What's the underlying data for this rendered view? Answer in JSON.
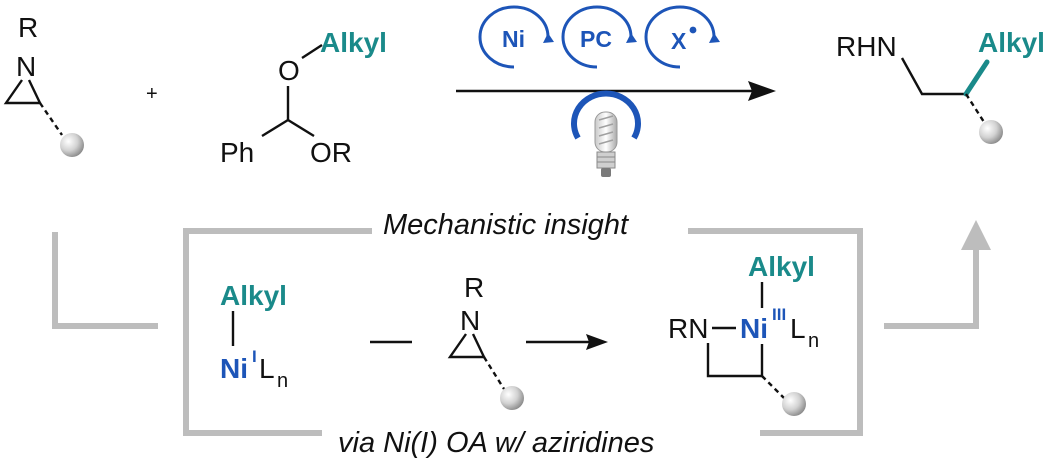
{
  "colors": {
    "teal": "#1a8a8a",
    "blue": "#1d55b8",
    "grey_frame": "#bdbdbd",
    "text": "#111111"
  },
  "reaction": {
    "aziridine": {
      "r": "R",
      "n": "N"
    },
    "plus": "+",
    "acetal": {
      "alkyl": "Alkyl",
      "o_top": "O",
      "o_right": "OR",
      "ph": "Ph"
    },
    "catalysts": [
      "Ni",
      "PC",
      "X"
    ],
    "light_icon": "bulb-icon",
    "product": {
      "rhn": "RHN",
      "alkyl": "Alkyl"
    }
  },
  "mechanism": {
    "title": "Mechanistic insight",
    "caption": "via Ni(I) OA w/ aziridines",
    "ni_complex": {
      "alkyl": "Alkyl",
      "metal": "Ni",
      "ox": "I",
      "ligand": "L",
      "n": "n"
    },
    "aziridine": {
      "r": "R",
      "n": "N"
    },
    "azanickelacycle": {
      "alkyl": "Alkyl",
      "rn": "RN",
      "metal": "Ni",
      "ox": "III",
      "ligand": "L",
      "n": "n"
    }
  }
}
